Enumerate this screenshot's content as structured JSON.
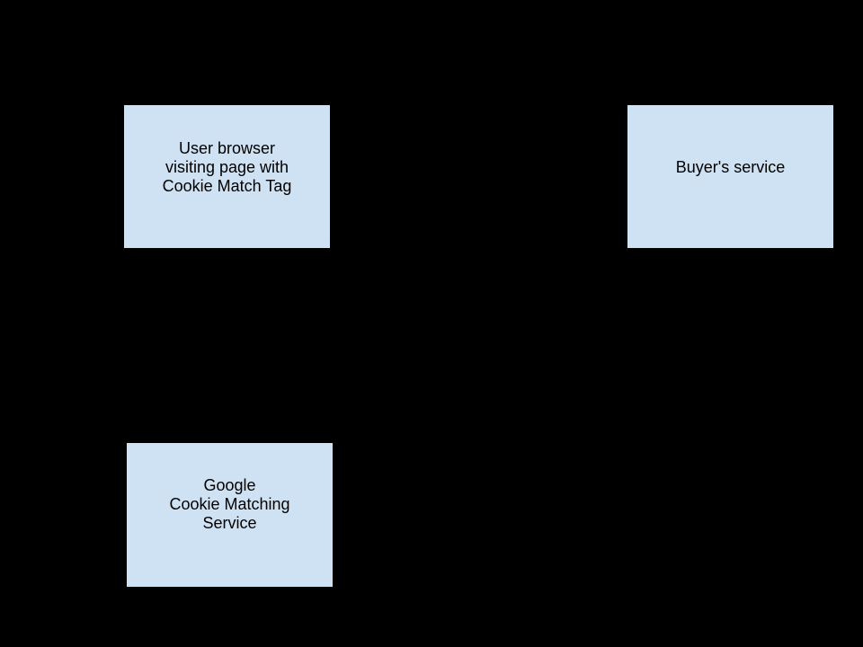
{
  "canvas": {
    "background_color": "#000000"
  },
  "diagram": {
    "nodes": [
      {
        "id": "user-browser",
        "lines": [
          "User browser",
          "visiting page with",
          "Cookie Match Tag"
        ],
        "fill_color": "#cfe2f3",
        "border_color": "#000000",
        "text_color": "#000000"
      },
      {
        "id": "buyers-service",
        "lines": [
          "Buyer's service"
        ],
        "fill_color": "#cfe2f3",
        "border_color": "#000000",
        "text_color": "#000000"
      },
      {
        "id": "google-cookie-matching-service",
        "lines": [
          "Google",
          "Cookie Matching",
          "Service"
        ],
        "fill_color": "#cfe2f3",
        "border_color": "#000000",
        "text_color": "#000000"
      }
    ]
  }
}
